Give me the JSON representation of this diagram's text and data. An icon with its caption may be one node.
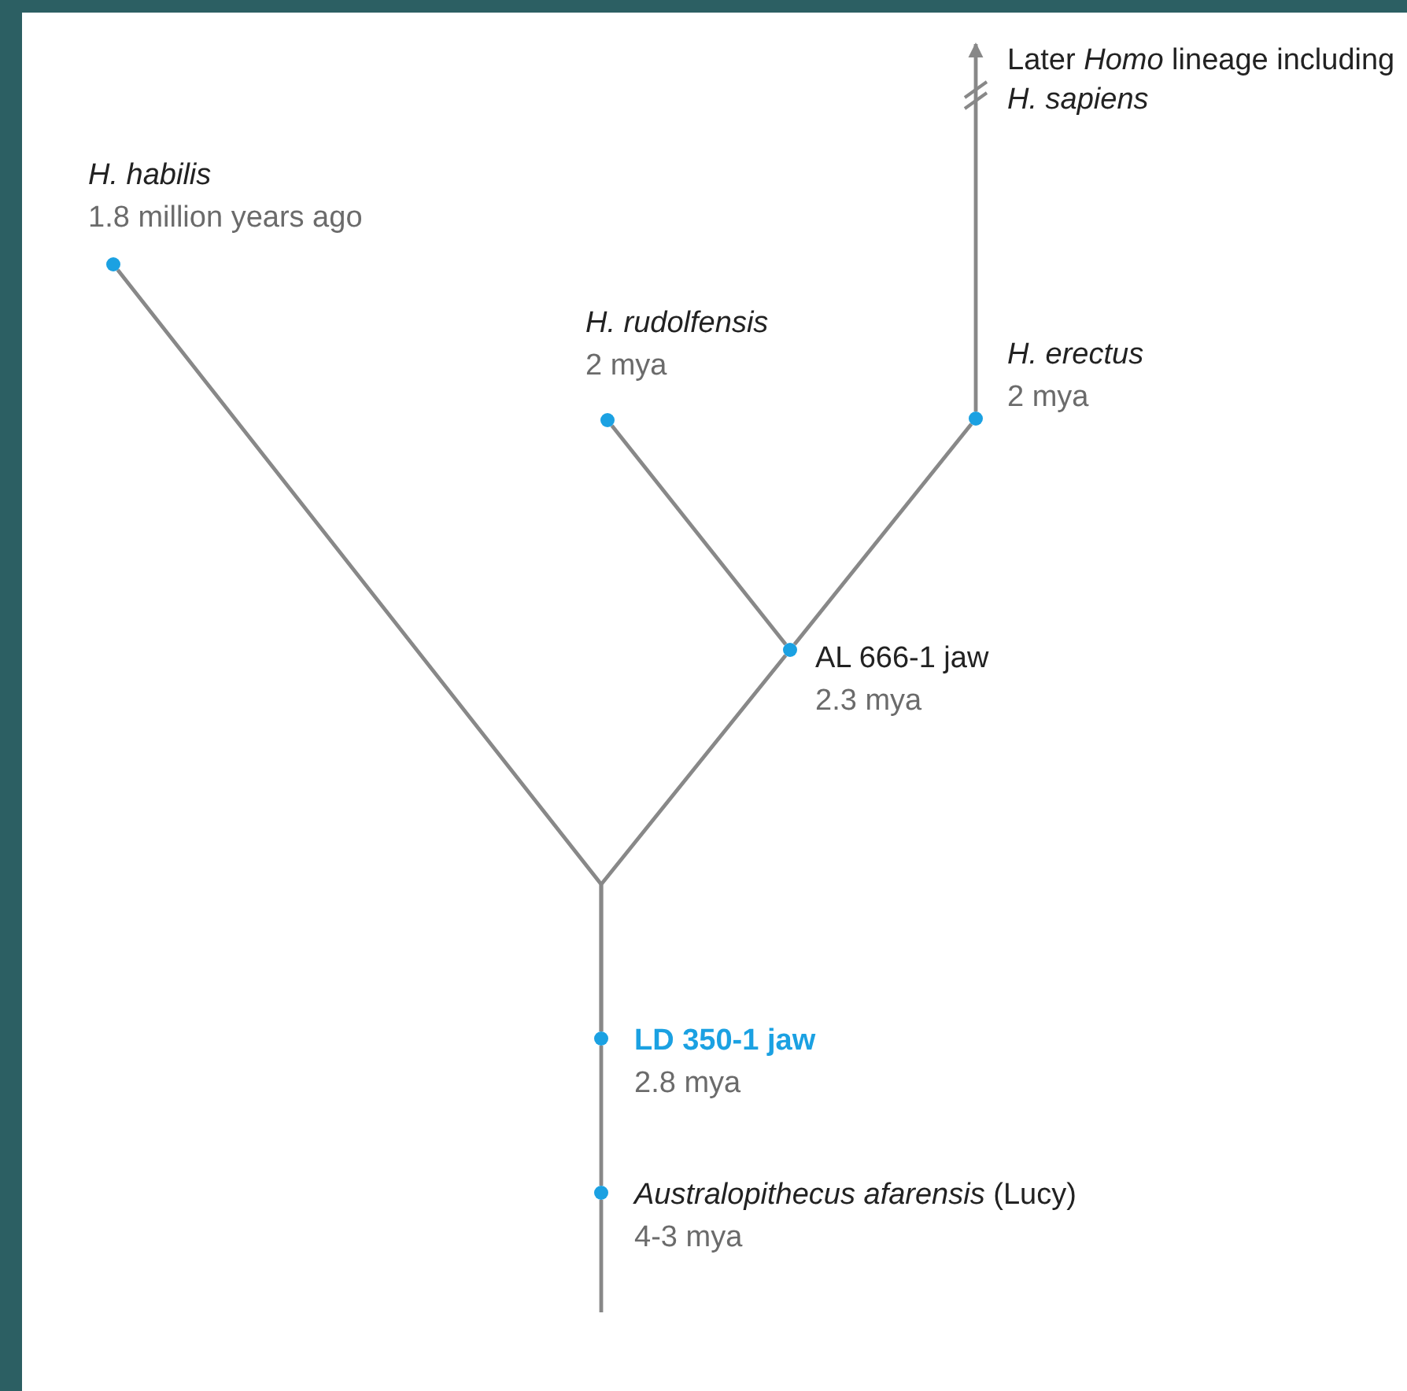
{
  "diagram": {
    "nodes": [
      {
        "text": [
          "Later *Homo* lineage including *H. sapiens*"
        ]
      },
      {
        "text": [],
        "shape": "circle",
        "beside": [
          "H. habilis",
          "1.8 million years ago"
        ]
      },
      {
        "text": [],
        "shape": "circle",
        "beside": [
          "H. rudolfensis",
          "2 mya"
        ]
      },
      {
        "text": [],
        "shape": "circle",
        "beside": [
          "H. erectus",
          "2 mya"
        ]
      },
      {
        "text": [],
        "shape": "circle",
        "beside": [
          "AL 666-1 jaw",
          "2.3 mya"
        ]
      },
      {
        "text": [],
        "shape": "circle",
        "beside": [
          "LD 350-1 jaw",
          "2.8 mya"
        ]
      },
      {
        "text": [],
        "shape": "circle",
        "beside": [
          "*Australopithecus afarensis* (Lucy)",
          "4-3 mya"
        ]
      }
    ],
    "edges": [
      {
        "from": 5,
        "to": 1,
        "arrow": "none"
      },
      {
        "from": 5,
        "to": 4,
        "arrow": "none"
      },
      {
        "from": 4,
        "to": 2,
        "arrow": "none"
      },
      {
        "from": 4,
        "to": 3,
        "arrow": "none"
      },
      {
        "from": 3,
        "to": 0,
        "arrow": "to"
      },
      {
        "from": 6,
        "to": 5,
        "arrow": "none"
      },
      {
        "from": null,
        "to": 6,
        "arrow": "none"
      }
    ]
  }
}
